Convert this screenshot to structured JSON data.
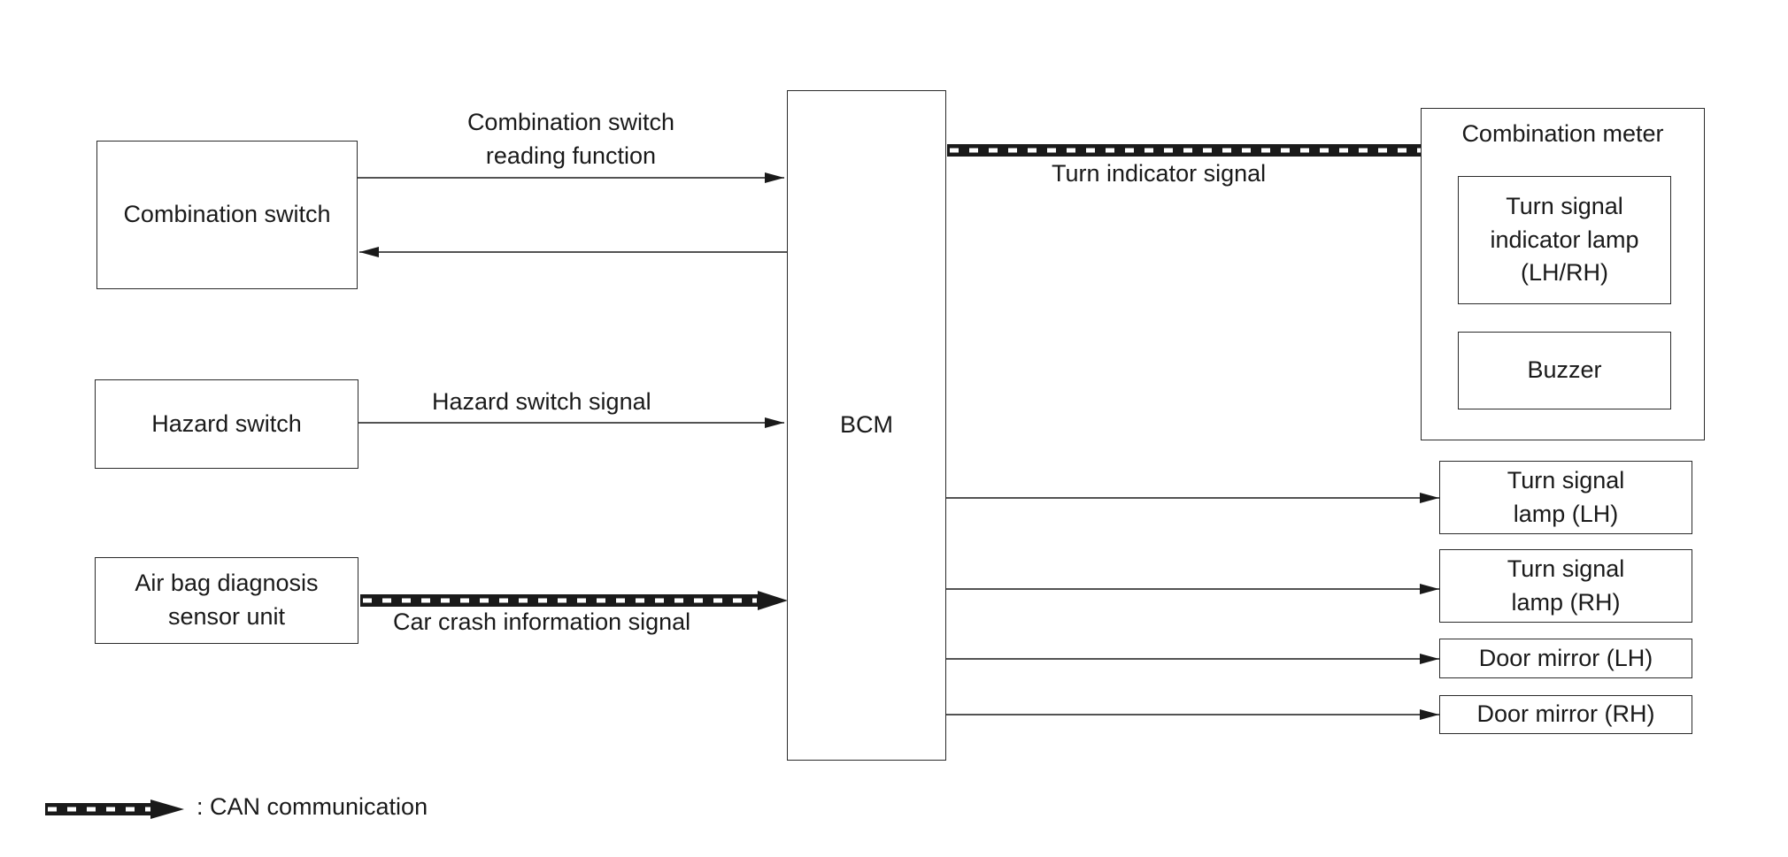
{
  "diagram": {
    "blocks": {
      "combination_switch": "Combination switch",
      "hazard_switch": "Hazard switch",
      "air_bag_unit": "Air bag diagnosis\nsensor unit",
      "bcm": "BCM",
      "combination_meter": "Combination meter",
      "turn_signal_indicator_lamp": "Turn signal\nindicator lamp\n(LH/RH)",
      "buzzer": "Buzzer",
      "turn_signal_lamp_lh": "Turn signal\nlamp (LH)",
      "turn_signal_lamp_rh": "Turn signal\nlamp (RH)",
      "door_mirror_lh": "Door mirror (LH)",
      "door_mirror_rh": "Door mirror (RH)"
    },
    "signals": {
      "combination_switch_reading": "Combination switch\nreading function",
      "hazard_switch_signal": "Hazard switch signal",
      "car_crash_information_signal": "Car crash information signal",
      "turn_indicator_signal": "Turn indicator signal"
    },
    "legend": {
      "can_communication": ": CAN communication"
    },
    "colors": {
      "line": "#1a1a1a",
      "can_dash": "#ffffff",
      "background": "#ffffff"
    }
  }
}
